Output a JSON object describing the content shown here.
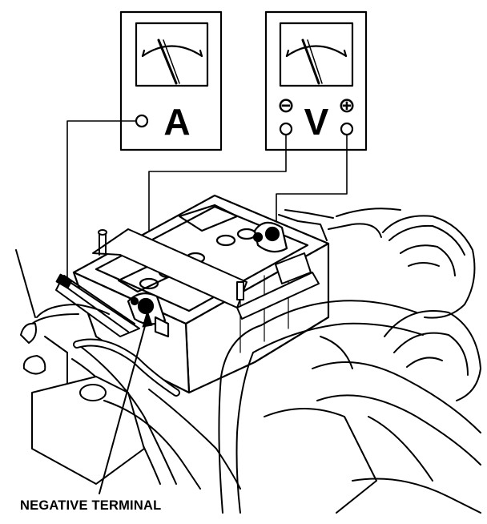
{
  "ammeter": {
    "letter": "A"
  },
  "voltmeter": {
    "letter": "V",
    "negative_sign": "⊖",
    "positive_sign": "⊕"
  },
  "callout": {
    "label": "NEGATIVE TERMINAL"
  },
  "colors": {
    "ink": "#000000",
    "paper": "#ffffff"
  }
}
